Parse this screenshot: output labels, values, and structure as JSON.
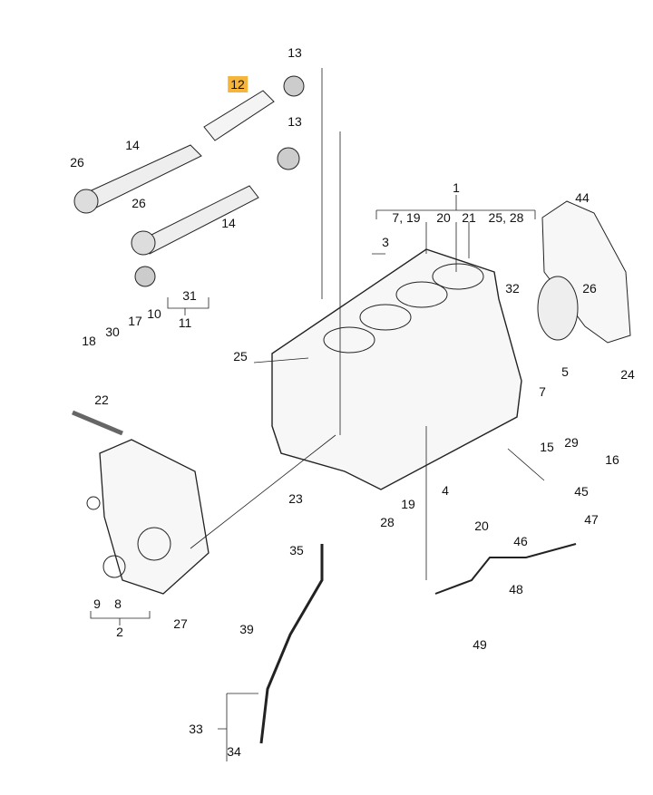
{
  "title": "Cylinder block parts diagram",
  "highlight_color": "#f5b43c",
  "labels": {
    "l13a": "13",
    "l12": "12",
    "l13b": "13",
    "l14a": "14",
    "l26a": "26",
    "l26b": "26",
    "l14b": "14",
    "l1": "1",
    "l7_19": "7, 19",
    "l20a": "20",
    "l21": "21",
    "l25_28": "25, 28",
    "l44": "44",
    "l3": "3",
    "l32": "32",
    "l26c": "26",
    "l31": "31",
    "l11": "11",
    "l18": "18",
    "l30": "30",
    "l17": "17",
    "l10": "10",
    "l25": "25",
    "l5": "5",
    "l24": "24",
    "l7": "7",
    "l22": "22",
    "l15": "15",
    "l29": "29",
    "l16": "16",
    "l4": "4",
    "l23": "23",
    "l19": "19",
    "l45": "45",
    "l28": "28",
    "l47": "47",
    "l20b": "20",
    "l46": "46",
    "l35": "35",
    "l48": "48",
    "l9": "9",
    "l8": "8",
    "l2": "2",
    "l27": "27",
    "l39": "39",
    "l49": "49",
    "l33": "33",
    "l34": "34"
  }
}
